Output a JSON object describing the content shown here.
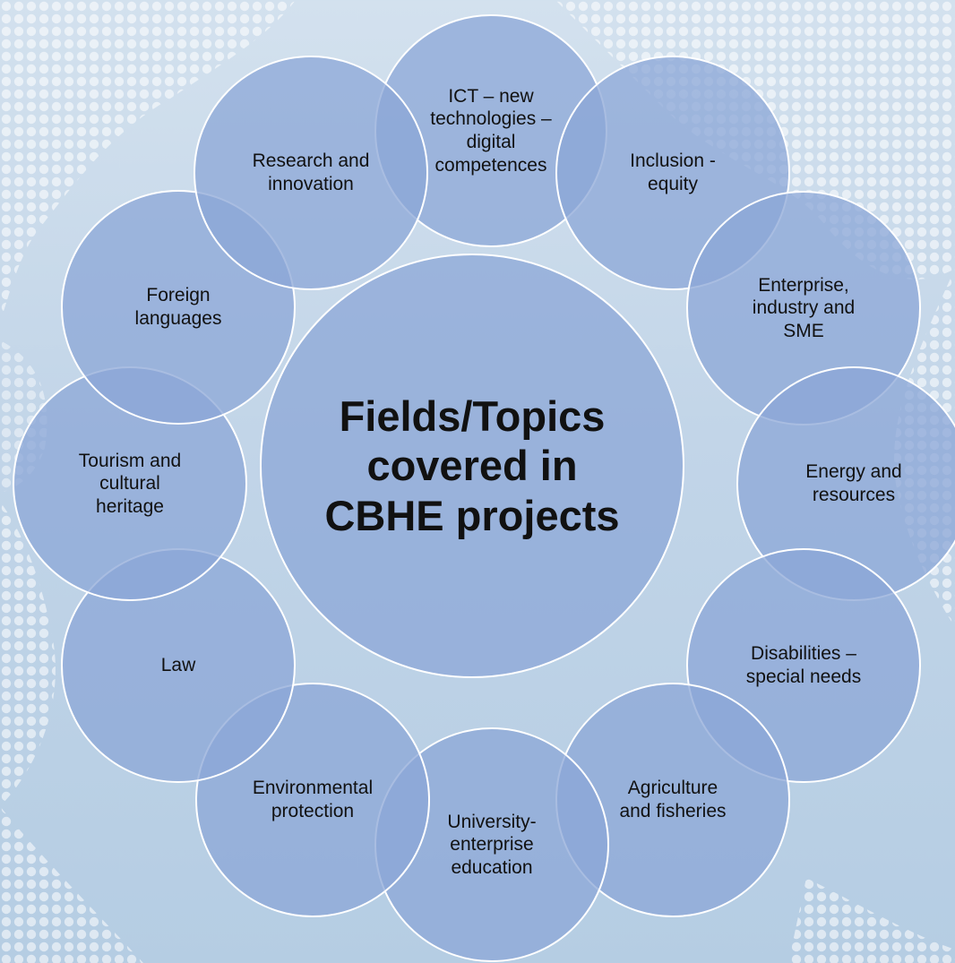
{
  "center": {
    "title": "Fields/Topics\ncovered in\nCBHE projects"
  },
  "topics": [
    {
      "label": "ICT – new\ntechnologies –\ndigital\ncompetences"
    },
    {
      "label": "Inclusion -\nequity"
    },
    {
      "label": "Enterprise,\nindustry and\nSME"
    },
    {
      "label": "Energy and\nresources"
    },
    {
      "label": "Disabilities –\nspecial needs"
    },
    {
      "label": "Agriculture\nand fisheries"
    },
    {
      "label": "University-\nenterprise\neducation"
    },
    {
      "label": "Environmental\nprotection"
    },
    {
      "label": "Law"
    },
    {
      "label": "Tourism and\ncultural\nheritage"
    },
    {
      "label": "Foreign\nlanguages"
    },
    {
      "label": "Research and\ninnovation"
    }
  ],
  "colors": {
    "bubble_fill": "#8ba6d6",
    "bubble_border": "#ffffff",
    "text": "#111111"
  }
}
